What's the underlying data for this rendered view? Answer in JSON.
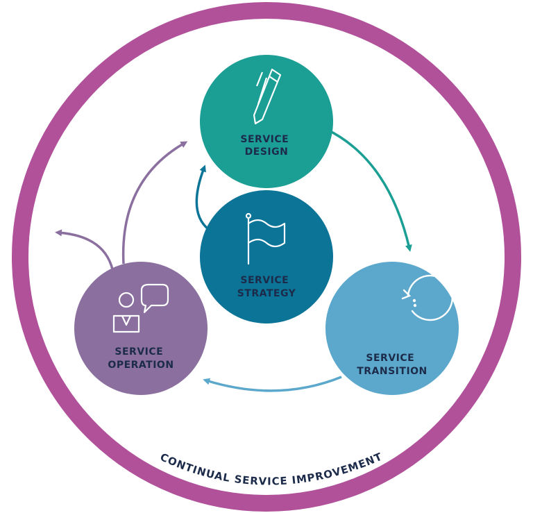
{
  "ring": {
    "label": "CONTINUAL SERVICE IMPROVEMENT",
    "color": "#b0519a"
  },
  "nodes": {
    "design": {
      "line1": "SERVICE",
      "line2": "DESIGN",
      "color": "#1b9e93",
      "icon": "pencil-icon"
    },
    "strategy": {
      "line1": "SERVICE",
      "line2": "STRATEGY",
      "color": "#0b7497",
      "icon": "flag-icon"
    },
    "transition": {
      "line1": "SERVICE",
      "line2": "TRANSITION",
      "color": "#5ca8cc",
      "icon": "refresh-cycle-icon"
    },
    "operation": {
      "line1": "SERVICE",
      "line2": "OPERATION",
      "color": "#8a6f9f",
      "icon": "person-speech-icon"
    }
  },
  "colors": {
    "label_text": "#1d2b4a",
    "icon_stroke": "#ffffff",
    "arrow_design_transition": "#1b9e93",
    "arrow_transition_operation": "#5ca8cc",
    "arrow_operation": "#8a6f9f",
    "arrow_strategy_design": "#0b7497"
  }
}
